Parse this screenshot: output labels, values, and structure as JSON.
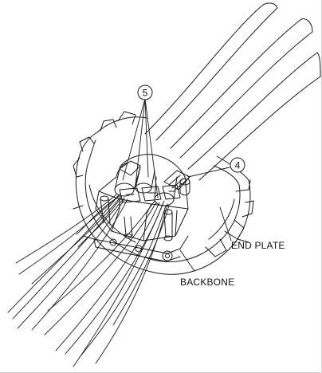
{
  "figure": {
    "callouts": {
      "c5": "5",
      "c4": "4"
    },
    "labels": {
      "end_plate": "END PLATE",
      "backbone": "BACKBONE"
    },
    "colors": {
      "line": "#1a1a1a",
      "fill": "#ffffff",
      "shade": "#e8e8e8"
    }
  }
}
